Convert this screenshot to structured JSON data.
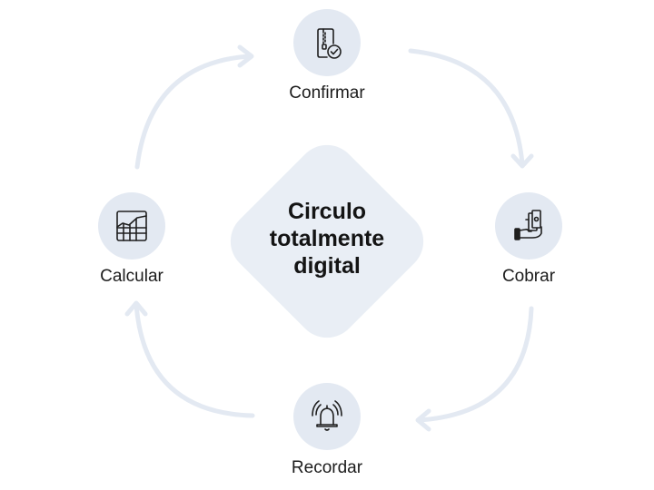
{
  "diagram": {
    "center_title_lines": [
      "Circulo",
      "totalmente",
      "digital"
    ],
    "nodes": [
      {
        "id": "confirmar",
        "label": "Confirmar",
        "icon": "document-check-icon"
      },
      {
        "id": "cobrar",
        "label": "Cobrar",
        "icon": "hand-money-icon"
      },
      {
        "id": "recordar",
        "label": "Recordar",
        "icon": "ringing-bell-icon"
      },
      {
        "id": "calcular",
        "label": "Calcular",
        "icon": "spreadsheet-chart-icon"
      }
    ],
    "flow": "clockwise",
    "colors": {
      "node_fill": "#e3e9f2",
      "center_fill": "#e9eef5",
      "arrow": "#e3e9f2",
      "icon_stroke": "#1f1f1f",
      "text": "#141414"
    }
  }
}
